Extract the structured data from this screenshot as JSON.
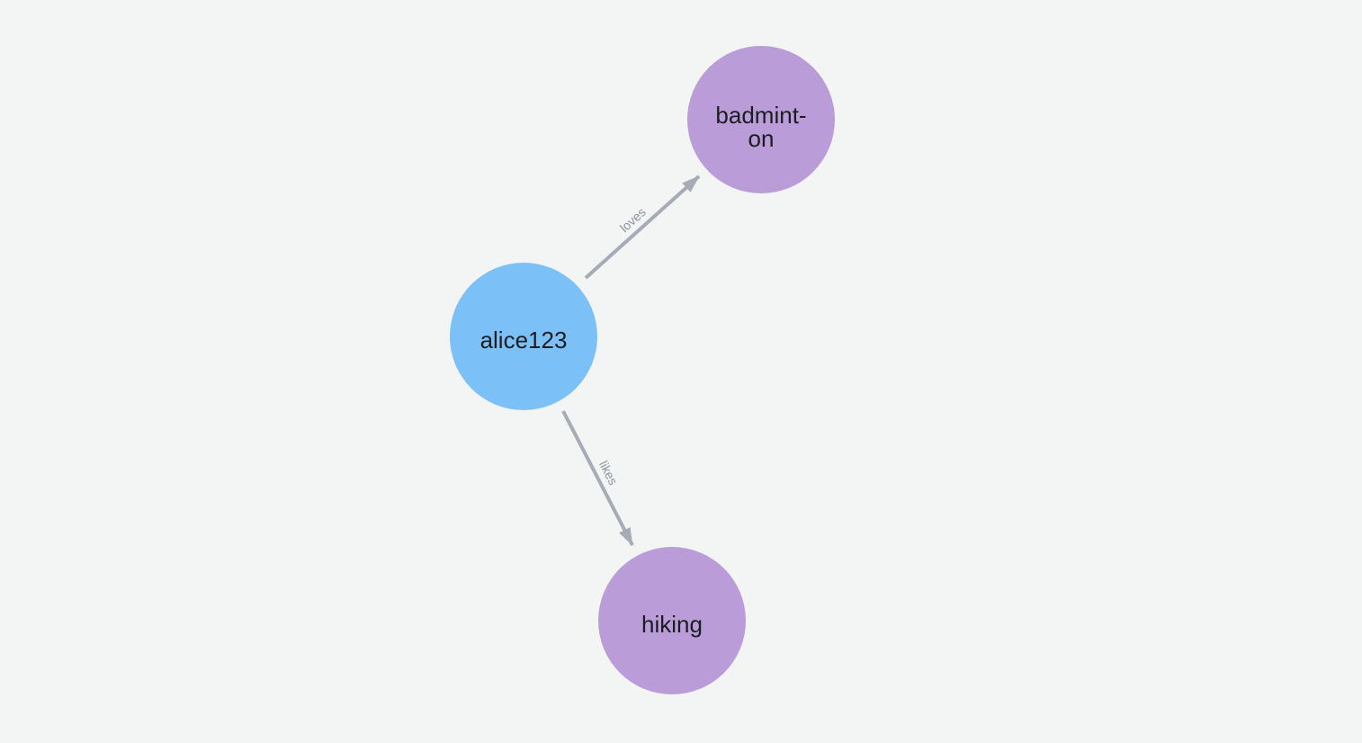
{
  "canvas": {
    "background": "#F3F5F4"
  },
  "colors": {
    "edge": "#A6ABB6",
    "edge_label": "#8D919C",
    "node_label": "#1B1D21",
    "person_node": "#7CC0F8",
    "hobby_node": "#B99CD8"
  },
  "nodes": [
    {
      "id": "alice123",
      "label": "alice123",
      "label_lines": [
        "alice123"
      ],
      "color": "#7CC0F8"
    },
    {
      "id": "badminton",
      "label": "badminton",
      "label_lines": [
        "badmint-",
        "on"
      ],
      "color": "#B99CD8"
    },
    {
      "id": "hiking",
      "label": "hiking",
      "label_lines": [
        "hiking"
      ],
      "color": "#B99CD8"
    }
  ],
  "edges": [
    {
      "from": "alice123",
      "to": "badminton",
      "label": "loves"
    },
    {
      "from": "alice123",
      "to": "hiking",
      "label": "likes"
    }
  ]
}
